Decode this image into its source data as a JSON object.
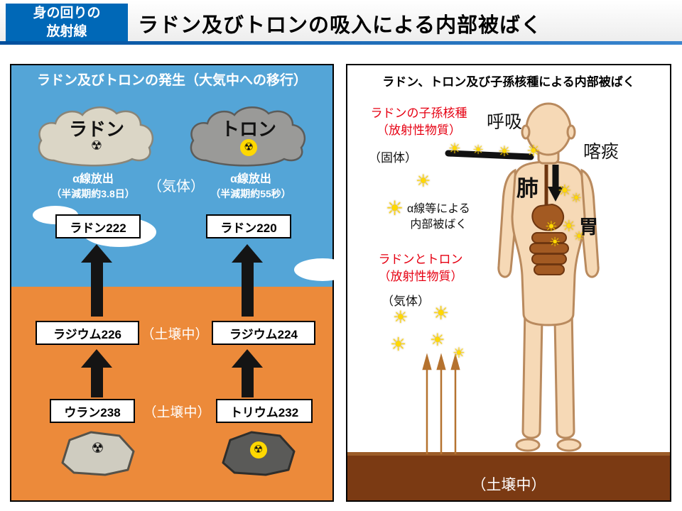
{
  "header": {
    "badge_line1": "身の回りの",
    "badge_line2": "放射線",
    "title": "ラドン及びトロンの吸入による内部被ばく"
  },
  "icons": {
    "radiation": "☢",
    "particle": "☀"
  },
  "left_panel": {
    "title": "ラドン及びトロンの発生（大気中への移行）",
    "gas_label": "（気体）",
    "soil_label_upper": "（土壌中）",
    "soil_label_lower": "（土壌中）",
    "radon": {
      "cloud_label": "ラドン",
      "alpha_line1": "α線放出",
      "alpha_line2": "（半減期約3.8日）",
      "isotope_box": "ラドン222",
      "parent_box": "ラジウム226",
      "origin_box": "ウラン238"
    },
    "thoron": {
      "cloud_label": "トロン",
      "alpha_line1": "α線放出",
      "alpha_line2": "（半減期約55秒）",
      "isotope_box": "ラドン220",
      "parent_box": "ラジウム224",
      "origin_box": "トリウム232"
    }
  },
  "right_panel": {
    "title": "ラドン、トロン及び子孫核種による内部被ばく",
    "progeny_line1": "ラドンの子孫核種",
    "progeny_line2": "（放射性物質）",
    "solid_label": "（固体）",
    "breath_label": "呼吸",
    "sputum_label": "喀痰",
    "lung_label": "肺",
    "stomach_label": "胃",
    "alpha_line1": "α線等による",
    "alpha_line2": "内部被ばく",
    "gas_source_line1": "ラドンとトロン",
    "gas_source_line2": "（放射性物質）",
    "gas_label": "（気体）",
    "soil_label": "（土壌中）"
  },
  "colors": {
    "header_blue": "#0068b7",
    "rule_blue": "#00509e",
    "sky_blue": "#54a5d7",
    "soil_orange": "#ec8a3a",
    "soil_brown": "#7b3a13",
    "alert_red": "#e60012",
    "star_yellow": "#ffd800"
  }
}
